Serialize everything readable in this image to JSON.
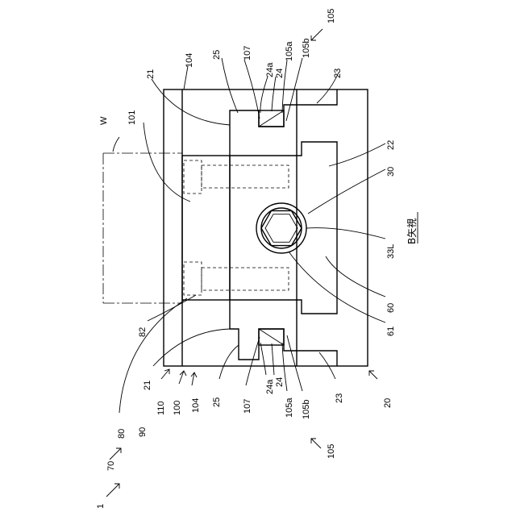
{
  "figure": {
    "title": "B矢視",
    "labels": {
      "l1": "1",
      "l70": "70",
      "l80": "80",
      "l90": "90",
      "l110": "110",
      "l100": "100",
      "l104a": "104",
      "l104b": "104",
      "l21a": "21",
      "l21b": "21",
      "l25a": "25",
      "l25b": "25",
      "l107a": "107",
      "l107b": "107",
      "l24a_top": "24a",
      "l24_top": "24",
      "l105a_top": "105a",
      "l105b_top": "105b",
      "l24a_bot": "24a",
      "l24_bot": "24",
      "l105a_bot": "105a",
      "l105b_bot": "105b",
      "l105_top": "105",
      "l105_bot": "105",
      "l23a": "23",
      "l23b": "23",
      "l22": "22",
      "l30": "30",
      "l33L": "33L",
      "l60": "60",
      "l61": "61",
      "l20": "20",
      "l82": "82",
      "l101": "101",
      "lW": "W"
    }
  }
}
